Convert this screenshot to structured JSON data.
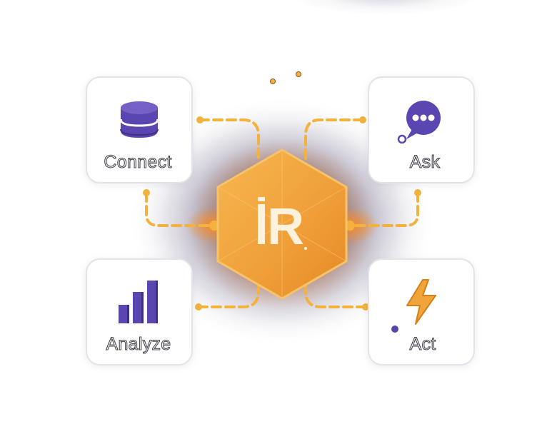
{
  "cards": {
    "connect": {
      "label": "Connect",
      "icon": "database-icon"
    },
    "ask": {
      "label": "Ask",
      "icon": "chat-bubble-icon"
    },
    "analyze": {
      "label": "Analyze",
      "icon": "bar-chart-icon"
    },
    "act": {
      "label": "Act",
      "icon": "lightning-icon"
    }
  },
  "hub": {
    "logo_text": "R",
    "icon": "hexagon-logo-icon"
  },
  "colors": {
    "accent_purple": "#5b45b0",
    "hub_orange": "#f0a53a",
    "connector_orange": "#f2b23c",
    "glow_dark": "#3a2f55",
    "label_stroke": "#4a4a55"
  }
}
